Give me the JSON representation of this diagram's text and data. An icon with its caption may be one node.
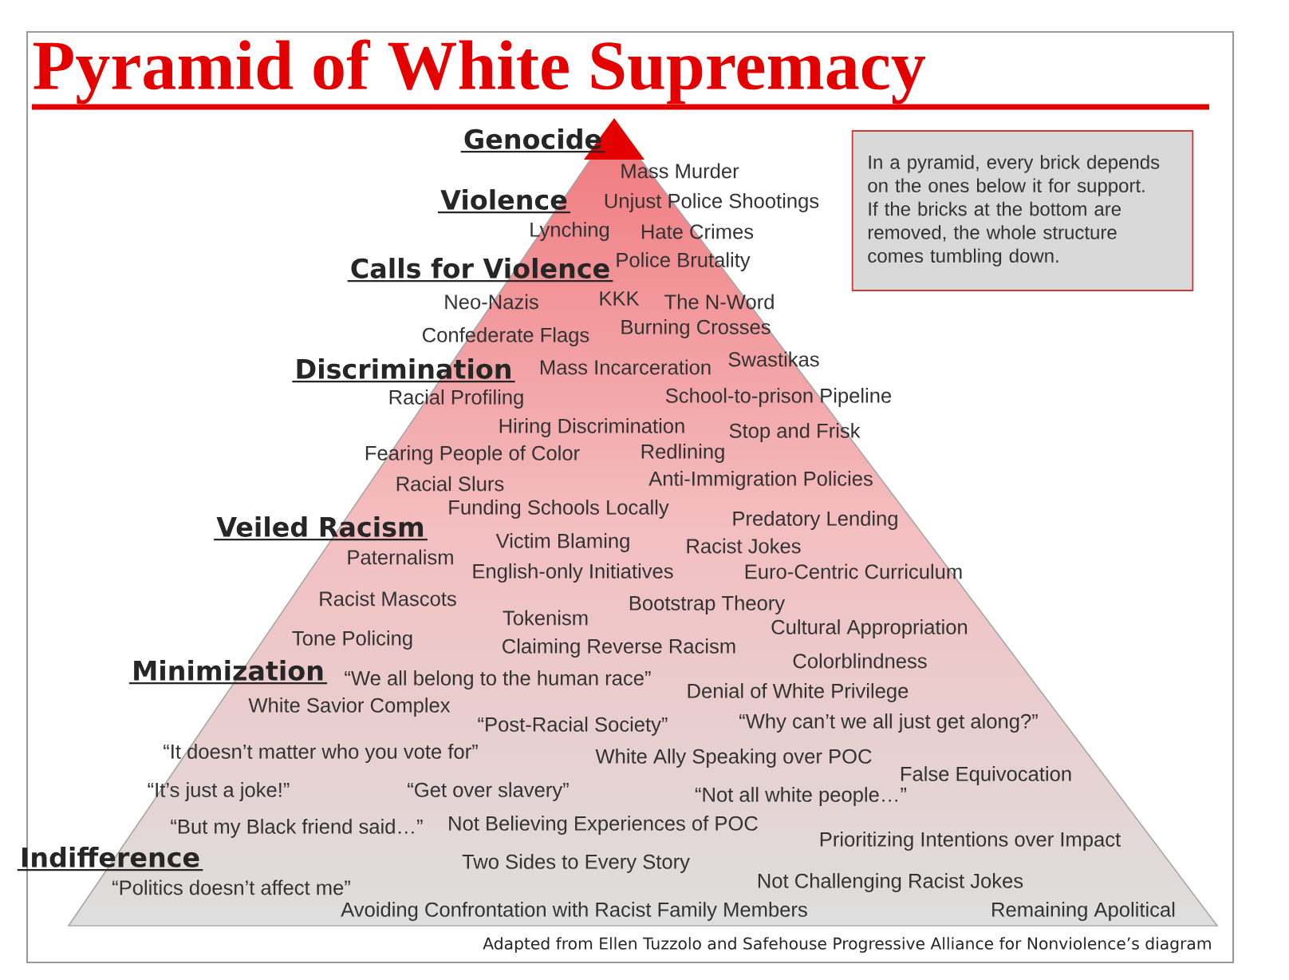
{
  "diagram": {
    "title": "Pyramid of White Supremacy",
    "caption": "Adapted from Ellen Tuzzolo and Safehouse Progressive Alliance for Nonviolence’s diagram",
    "nodes": [
      {
        "text": [
          "In a pyramid, every brick depends on the ones below it for support. If the bricks at the bottom are removed, the whole structure comes tumbling down."
        ]
      }
    ],
    "labels": [
      "Genocide",
      "Mass Murder",
      "Violence",
      "Unjust Police Shootings",
      "Lynching",
      "Hate Crimes",
      "Calls for Violence",
      "Police Brutality",
      "Neo-Nazis",
      "KKK",
      "The N-Word",
      "Confederate Flags",
      "Burning Crosses",
      "Discrimination",
      "Mass Incarceration",
      "Swastikas",
      "Racial Profiling",
      "School-to-prison Pipeline",
      "Hiring Discrimination",
      "Stop and Frisk",
      "Fearing People of Color",
      "Redlining",
      "Racial Slurs",
      "Anti-Immigration Policies",
      "Funding Schools Locally",
      "Veiled Racism",
      "Predatory Lending",
      "Victim Blaming",
      "Racist Jokes",
      "Paternalism",
      "English-only Initiatives",
      "Euro-Centric Curriculum",
      "Racist Mascots",
      "Bootstrap Theory",
      "Tokenism",
      "Cultural Appropriation",
      "Tone Policing",
      "Claiming Reverse Racism",
      "Colorblindness",
      "Minimization",
      "“We all belong to the human race”",
      "Denial of White Privilege",
      "White Savior Complex",
      "“Post-Racial Society”",
      "“Why can’t we all just get along?”",
      "“It doesn’t matter who you vote for”",
      "White Ally Speaking over POC",
      "False Equivocation",
      "“It’s just a joke!”",
      "“Get over slavery”",
      "“Not all white people…”",
      "“But my Black friend said…”",
      "Not Believing Experiences of POC",
      "Prioritizing Intentions over Impact",
      "Indifference",
      "Two Sides to Every Story",
      "“Politics doesn’t affect me”",
      "Not Challenging Racist Jokes",
      "Avoiding Confrontation with Racist Family Members",
      "Remaining Apolitical"
    ]
  }
}
